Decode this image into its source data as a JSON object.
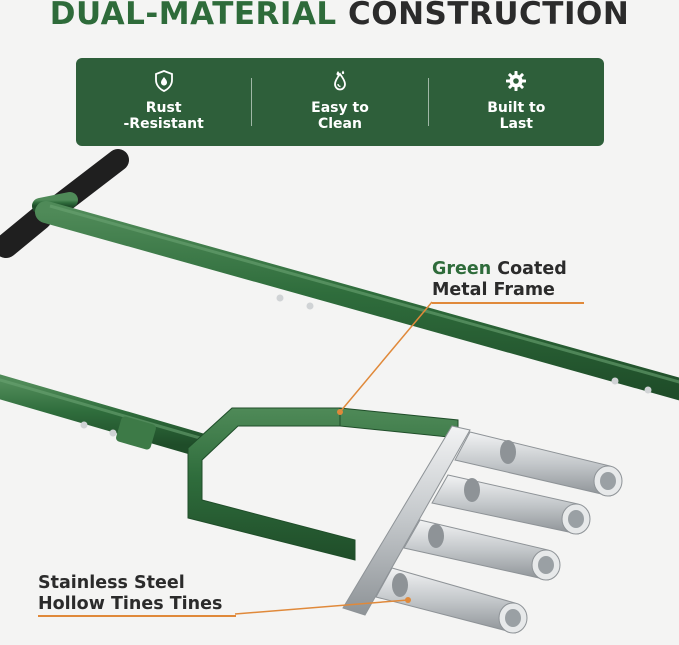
{
  "headline": {
    "accent_text": "DUAL-MATERIAL",
    "main_text": "CONSTRUCTION"
  },
  "features": [
    {
      "icon": "shield-icon",
      "line1": "Rust",
      "line2": "-Resistant"
    },
    {
      "icon": "water-drops-icon",
      "line1": "Easy to",
      "line2": "Clean"
    },
    {
      "icon": "gear-icon",
      "line1": "Built to",
      "line2": "Last"
    }
  ],
  "callouts": {
    "frame": {
      "accent": "Green",
      "line1_rest": " Coated",
      "line2": "Metal Frame"
    },
    "tines": {
      "line1": "Stainless Steel",
      "line2": "Hollow Tines Tines"
    }
  },
  "colors": {
    "brand_green": "#2e6b3a",
    "banner_bg": "#2e5f3a",
    "accent_orange": "#e0893a",
    "frame_green": "#2f6d3c",
    "steel": "#c9ccce",
    "grip": "#1f1f1f"
  }
}
